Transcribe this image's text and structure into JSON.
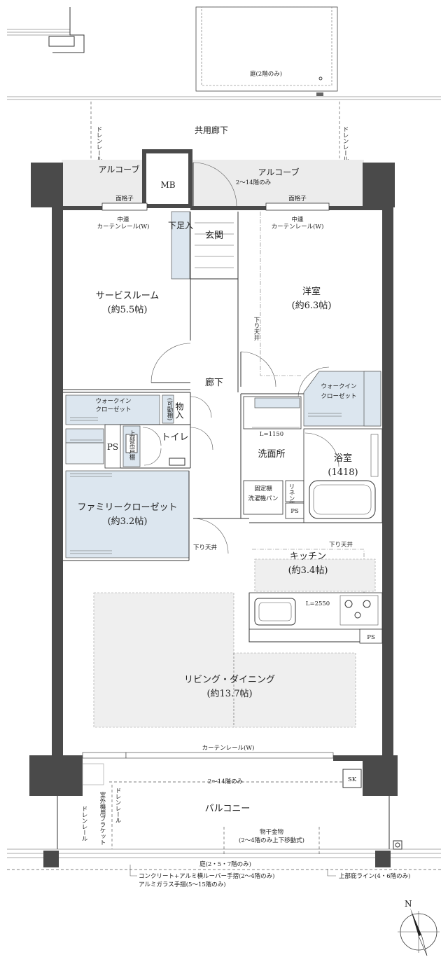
{
  "labels": {
    "garden_top": "庭(2階のみ)",
    "corridor": "共用廊下",
    "drain_left": "ドレンレール",
    "drain_right": "ドレンレール",
    "alcove_left": "アルコーブ",
    "alcove_right": "アルコーブ",
    "mb": "MB",
    "floor_2_14": "2〜14階のみ",
    "grille_left": "面格子",
    "grille_right": "面格子",
    "curtain_left_1": "中連",
    "curtain_left_2": "カーテンレール(W)",
    "curtain_right_1": "中連",
    "curtain_right_2": "カーテンレール(W)",
    "shoebox": "下足入",
    "entrance": "玄関",
    "service_room": "サービスルーム",
    "service_room_size": "(約5.5帖)",
    "western_room": "洋室",
    "western_room_size": "(約6.3帖)",
    "dropped_ceiling_1": "下り天井",
    "hallway": "廊下",
    "wic_left_1": "ウォークイン",
    "wic_left_2": "クローゼット",
    "storage": "物入",
    "movable_shelf": "(可動棚)",
    "wic_right_1": "ウォークイン",
    "wic_right_2": "クローゼット",
    "ps_1": "PS",
    "toilet_shelf": "上部吊戸棚",
    "toilet": "トイレ",
    "vanity_length": "L=1150",
    "washroom": "洗面所",
    "bathroom": "浴室",
    "bathroom_size": "(1418)",
    "linen_closet": "リネン庫",
    "fixed_shelf_1": "固定棚",
    "fixed_shelf_2": "洗濯機パン",
    "ps_2": "PS",
    "family_closet": "ファミリークローゼット",
    "family_closet_size": "(約3.2帖)",
    "dropped_ceiling_2": "下り天井",
    "dropped_ceiling_3": "下り天井",
    "kitchen": "キッチン",
    "kitchen_size": "(約3.4帖)",
    "kitchen_length": "L=2550",
    "ps_3": "PS",
    "living": "リビング・ダイニング",
    "living_size": "(約13.7帖)",
    "curtain_rail": "カーテンレール(W)",
    "floor_2_14_b": "2〜14階のみ",
    "sk": "SK",
    "balcony": "バルコニー",
    "outdoor_unit": "室外機用ブラケット",
    "drain_balcony_1": "ドレンレール",
    "drain_balcony_2": "ドレンレール",
    "laundry_1": "物干金物",
    "laundry_2": "(2〜4階のみ上下移動式)",
    "garden_bottom": "庭(2・5・7階のみ)",
    "railing_1": "コンクリート+アルミ横ルーバー手摺(2〜4階のみ)",
    "railing_2": "アルミガラス手摺(5〜15階のみ)",
    "eave_line": "上部庇ライン(4・6階のみ)",
    "north": "N"
  },
  "colors": {
    "wall": "#4a4a4a",
    "closet": "#dce6ef",
    "floor_gray": "#efefef",
    "line": "#333333"
  }
}
